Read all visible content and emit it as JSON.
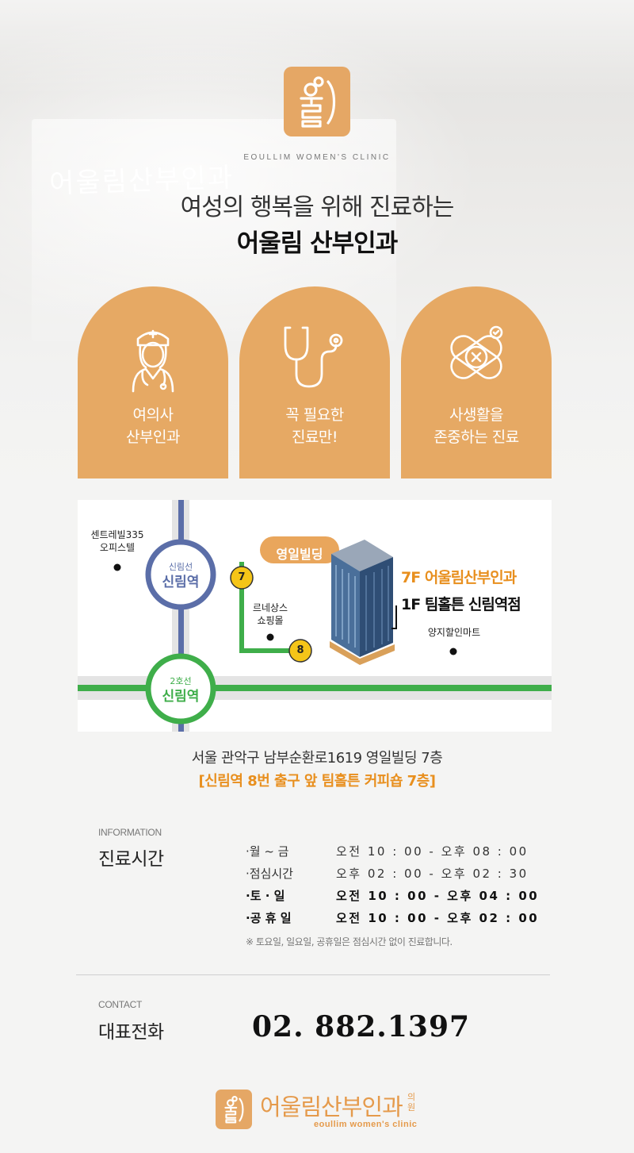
{
  "brand": {
    "caption": "EOULLIM WOMEN'S CLINIC",
    "accent_color": "#e6a964",
    "logo_icon": "eoullim-logo-icon",
    "background_sign": "어울림산부인과"
  },
  "headline": {
    "line1": "여성의 행복을 위해 진료하는",
    "line2": "어울림 산부인과"
  },
  "features": [
    {
      "icon": "female-doctor-icon",
      "line1": "여의사",
      "line2": "산부인과"
    },
    {
      "icon": "stethoscope-icon",
      "line1": "꼭 필요한",
      "line2": "진료만!"
    },
    {
      "icon": "bandage-privacy-icon",
      "line1": "사생활을",
      "line2": "존중하는 진료"
    }
  ],
  "map": {
    "line1_station_line": "신림선",
    "line1_station_name": "신림역",
    "line2_station_line": "2호선",
    "line2_station_name": "신림역",
    "landmark_central_1": "센트레빌335",
    "landmark_central_2": "오피스텔",
    "exit_7": "7",
    "exit_8": "8",
    "landmark_renaissance_1": "르네상스",
    "landmark_renaissance_2": "쇼핑몰",
    "building_tag": "영일빌딩",
    "floor_7": "7F 어울림산부인과",
    "floor_1": "1F 팀홀튼 신림역점",
    "landmark_mart": "양지할인마트",
    "line1_color": "#5b6ea8",
    "line2_color": "#3fae4a"
  },
  "address": {
    "line1": "서울 관악구 남부순환로1619 영일빌딩 7층",
    "line2": "[신림역 8번 출구 앞 팀홀튼 커피숍 7층]"
  },
  "hours": {
    "label": "INFORMATION",
    "title": "진료시간",
    "rows": [
      {
        "day": "·월 ~ 금",
        "time": "오전 10 : 00 - 오후 08 : 00"
      },
      {
        "day": "·점심시간",
        "time": "오후 02 : 00 - 오후 02 : 30"
      },
      {
        "day": "·토 · 일",
        "time": "오전 10 : 00 - 오후 04 : 00"
      },
      {
        "day": "·공 휴 일",
        "time": "오전 10 : 00 - 오후 02 : 00"
      }
    ],
    "note": "※ 토요일, 일요일, 공휴일은 점심시간 없이 진료합니다."
  },
  "contact": {
    "label": "CONTACT",
    "title": "대표전화",
    "phone": "02. 882.1397"
  },
  "footer": {
    "name": "어울림산부인과",
    "suffix": "의원",
    "english": "eoullim women's clinic"
  }
}
